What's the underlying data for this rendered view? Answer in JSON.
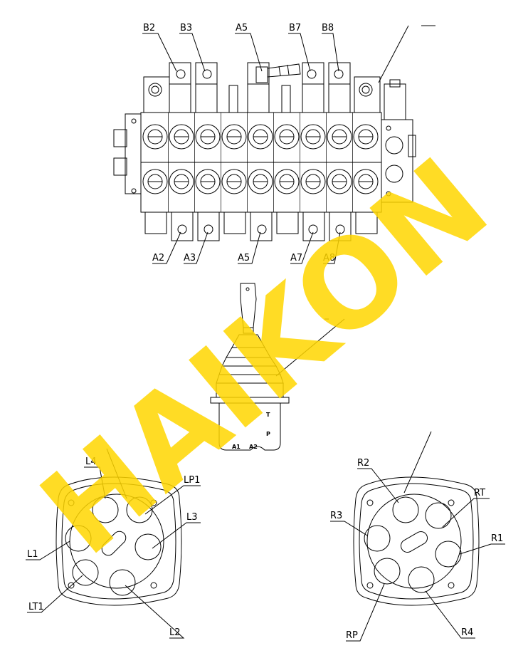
{
  "watermark": "HAIKON",
  "valve_top_labels": [
    "B2",
    "B3",
    "A5",
    "B7",
    "B8"
  ],
  "valve_bottom_labels": [
    "A2",
    "A3",
    "A5",
    "A7",
    "A8"
  ],
  "joystick_ports": {
    "t": "T",
    "p": "P",
    "a1": "A1",
    "a2": "A2"
  },
  "left_pad_labels": {
    "l4": "L4",
    "lp1": "LP1",
    "l3": "L3",
    "l1": "L1",
    "lt1": "LT1",
    "l2": "L2"
  },
  "right_pad_labels": {
    "r2": "R2",
    "rt": "RT",
    "r3": "R3",
    "r1": "R1",
    "rp": "RP",
    "r4": "R4"
  }
}
